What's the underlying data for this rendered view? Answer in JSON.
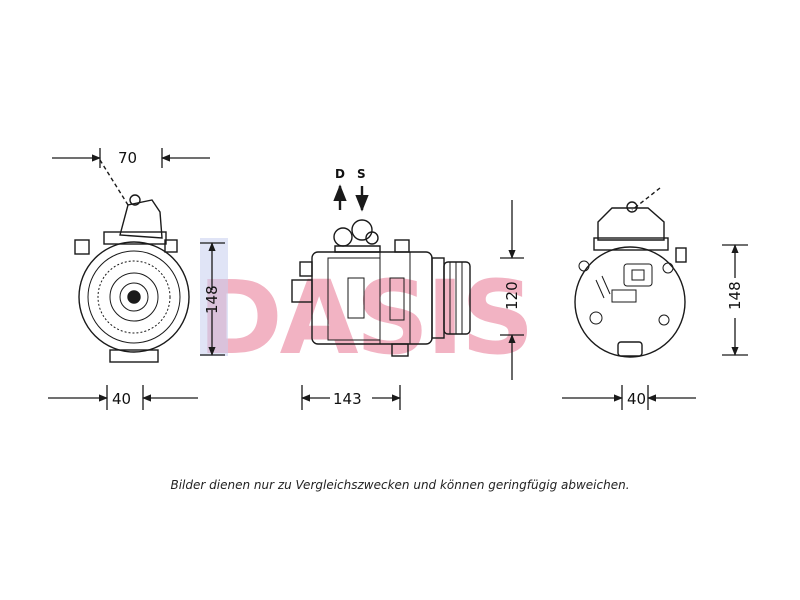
{
  "watermark": "DASIS",
  "dimensions": {
    "front_width": "70",
    "front_depth": "40",
    "front_height": "148",
    "side_length": "143",
    "side_height": "120",
    "rear_depth": "40",
    "rear_height": "148"
  },
  "ports": {
    "discharge": "D",
    "suction": "S"
  },
  "caption": "Bilder dienen nur zu Vergleichszwecken und können geringfügig abweichen.",
  "colors": {
    "line": "#1a1a1a",
    "watermark_pink": "#f2b3c3",
    "watermark_blue": "#c6cdee"
  }
}
